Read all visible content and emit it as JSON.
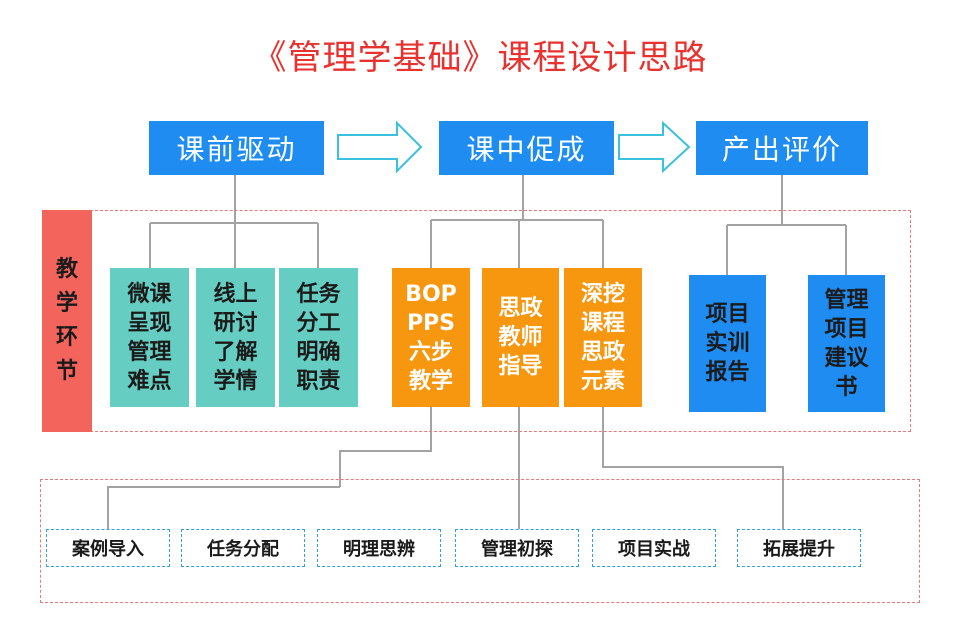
{
  "title": "《管理学基础》课程设计思路",
  "stages": [
    "课前驱动",
    "课中促成",
    "产出评价"
  ],
  "side_label": "教\n学\n环\n节",
  "pre_class": [
    "微课\n呈现\n管理\n难点",
    "线上\n研讨\n了解\n学情",
    "任务\n分工\n明确\n职责"
  ],
  "in_class": [
    "BOP\nPPS\n六步\n教学",
    "思政\n教师\n指导",
    "深挖\n课程\n思政\n元素"
  ],
  "evaluation": [
    "项目\n实训\n报告",
    "管理\n项目\n建议\n书"
  ],
  "steps": [
    "案例导入",
    "任务分配",
    "明理思辨",
    "管理初探",
    "项目实战",
    "拓展提升"
  ],
  "colors": {
    "title": "#e8322f",
    "stage": "#1e8cf0",
    "teal": "#66cdc2",
    "orange": "#f7960f",
    "side": "#f2645c",
    "arrow": "#39c1de"
  }
}
